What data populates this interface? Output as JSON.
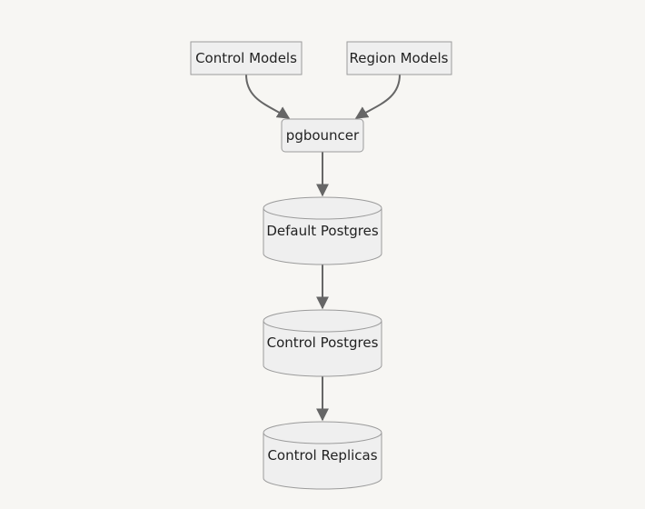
{
  "colors": {
    "background": "#f7f6f3",
    "node_fill": "#efefef",
    "node_stroke": "#9b9b9b",
    "edge": "#666666",
    "text": "#222222"
  },
  "nodes": {
    "control_models": {
      "label": "Control Models",
      "shape": "rectangle"
    },
    "region_models": {
      "label": "Region Models",
      "shape": "rectangle"
    },
    "pgbouncer": {
      "label": "pgbouncer",
      "shape": "rounded-rectangle"
    },
    "default_postgres": {
      "label": "Default Postgres",
      "shape": "cylinder"
    },
    "control_postgres": {
      "label": "Control Postgres",
      "shape": "cylinder"
    },
    "control_replicas": {
      "label": "Control Replicas",
      "shape": "cylinder"
    }
  },
  "edges": [
    {
      "from": "Control Models",
      "to": "pgbouncer"
    },
    {
      "from": "Region Models",
      "to": "pgbouncer"
    },
    {
      "from": "pgbouncer",
      "to": "Default Postgres"
    },
    {
      "from": "Default Postgres",
      "to": "Control Postgres"
    },
    {
      "from": "Control Postgres",
      "to": "Control Replicas"
    }
  ]
}
